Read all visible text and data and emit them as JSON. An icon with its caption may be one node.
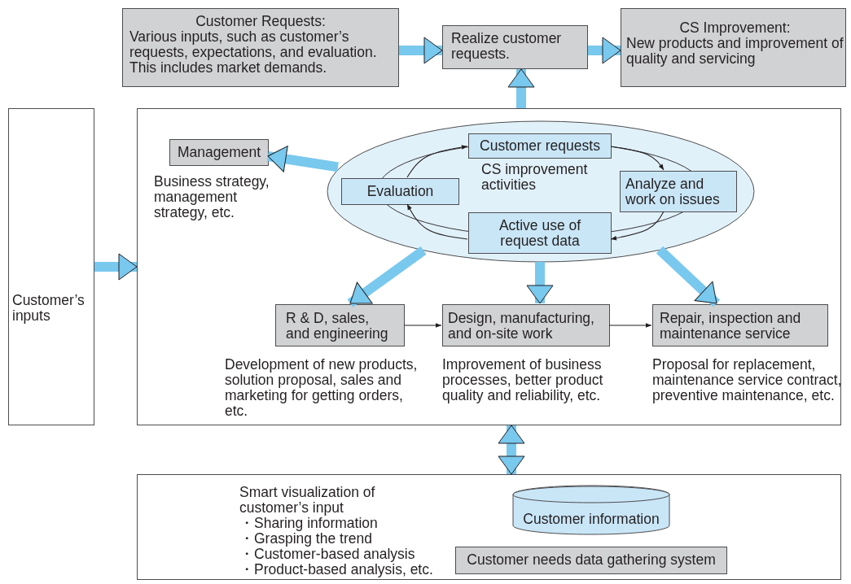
{
  "diagram": {
    "nodes": [
      {
        "text": [
          "Customer Requests:",
          "Various inputs, such as customer’s requests, expectations, and evaluation. This includes market demands."
        ]
      },
      {
        "text": [
          "Realize customer requests."
        ]
      },
      {
        "text": [
          "CS Improvement:",
          "New products and improvement of quality and servicing"
        ]
      },
      {
        "text": [
          "Customer’s inputs"
        ]
      },
      {
        "text": [],
        "shape": "box"
      },
      {
        "text": [
          "CS improvement activities"
        ],
        "in": 4
      },
      {
        "text": [
          "Customer requests"
        ],
        "in": 5
      },
      {
        "text": [
          "Evaluation"
        ],
        "in": 5
      },
      {
        "text": [
          "Analyze and work on issues"
        ],
        "in": 5
      },
      {
        "text": [
          "Active use of request data"
        ],
        "in": 5
      },
      {
        "text": [
          "Management"
        ],
        "in": 4,
        "beside": [
          "Business strategy, management strategy, etc."
        ]
      },
      {
        "text": [
          "R & D, sales, and engineering"
        ],
        "in": 4,
        "beside": [
          "Development of new products, solution proposal, sales and marketing for getting orders, etc."
        ]
      },
      {
        "text": [
          "Design, manufacturing, and on-site work"
        ],
        "in": 4,
        "beside": [
          "Improvement of business processes, better product quality and reliability, etc."
        ]
      },
      {
        "text": [
          "Repair, inspection and maintenance service"
        ],
        "in": 4,
        "beside": [
          "Proposal for replacement, maintenance service contract, preventive maintenance, etc."
        ]
      },
      {
        "text": [
          "Smart visualization of customer’s input",
          "・Sharing information",
          "・Grasping the trend",
          "・Customer-based analysis",
          "・Product-based analysis, etc."
        ]
      },
      {
        "text": [
          "Customer information"
        ],
        "in": 14
      },
      {
        "text": [
          "Customer needs data gathering system"
        ],
        "in": 14
      }
    ],
    "edges": [
      {
        "from": 0,
        "to": 1,
        "arrow": "to"
      },
      {
        "from": 1,
        "to": 2,
        "arrow": "to"
      },
      {
        "from": 4,
        "to": 1,
        "arrow": "to"
      },
      {
        "from": 3,
        "to": 4,
        "arrow": "to"
      },
      {
        "from": 5,
        "to": 10,
        "arrow": "to"
      },
      {
        "from": 5,
        "to": 11,
        "arrow": "to"
      },
      {
        "from": 5,
        "to": 12,
        "arrow": "to"
      },
      {
        "from": 5,
        "to": 13,
        "arrow": "to"
      },
      {
        "from": 11,
        "to": 12,
        "arrow": "to",
        "color": "#231f20"
      },
      {
        "from": 12,
        "to": 13,
        "arrow": "to",
        "color": "#231f20"
      },
      {
        "from": 4,
        "to": 14,
        "arrow": "both"
      },
      {
        "from": 7,
        "to": 6,
        "arrow": "to",
        "color": "#231f20"
      },
      {
        "from": 6,
        "to": 8,
        "arrow": "to",
        "color": "#231f20"
      },
      {
        "from": 8,
        "to": 9,
        "arrow": "to",
        "color": "#231f20"
      },
      {
        "from": 9,
        "to": 7,
        "arrow": "to",
        "color": "#231f20"
      }
    ]
  }
}
